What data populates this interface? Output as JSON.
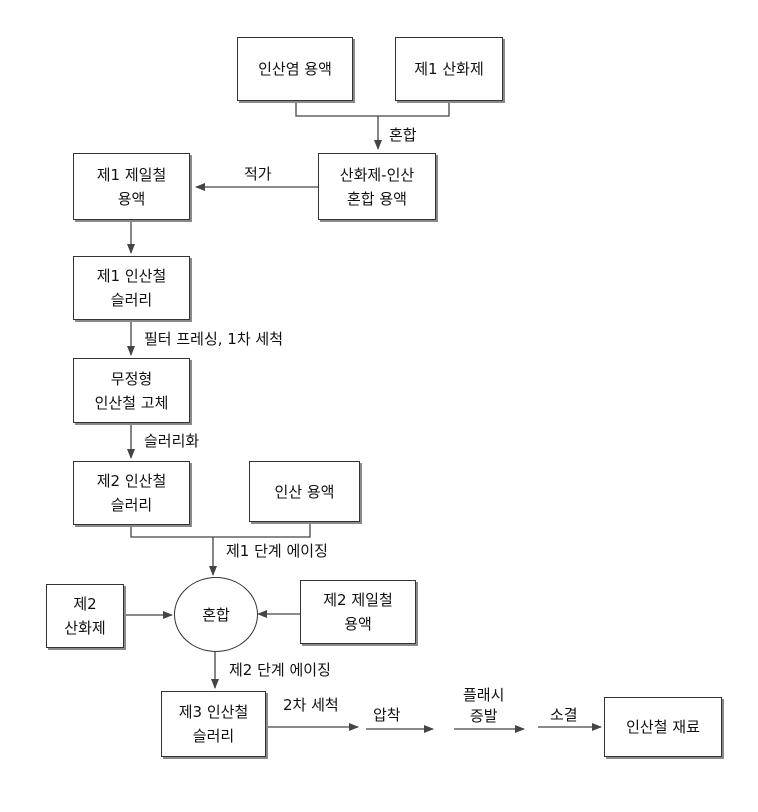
{
  "diagram": {
    "nodes": {
      "acid_salt_solution": "인산염 용액",
      "first_oxidant": "제1 산화제",
      "oxidant_acid_mix": "산화제-인산\n혼합 용액",
      "first_ferrous_solution": "제1 제일철\n용액",
      "first_iron_phosphate_slurry": "제1 인산철\n슬러리",
      "amorphous_iron_phosphate_solid": "무정형\n인산철 고체",
      "second_iron_phosphate_slurry": "제2 인산철\n슬러리",
      "phosphoric_acid_solution": "인산 용액",
      "second_oxidant": "제2\n산화제",
      "mixing_circle": "혼합",
      "second_ferrous_solution": "제2 제일철\n용액",
      "third_iron_phosphate_slurry": "제3 인산철\n슬러리",
      "iron_phosphate_material": "인산철 재료"
    },
    "edges": {
      "mix": "혼합",
      "titration": "적가",
      "filter_wash": "필터 프레싱, 1차 세척",
      "slurrying": "슬러리화",
      "stage1_aging": "제1 단계 에이징",
      "stage2_aging": "제2 단계 에이징",
      "second_wash": "2차 세척",
      "pressing": "압착",
      "flash_evaporation": "플래시\n증발",
      "sintering": "소결"
    }
  }
}
